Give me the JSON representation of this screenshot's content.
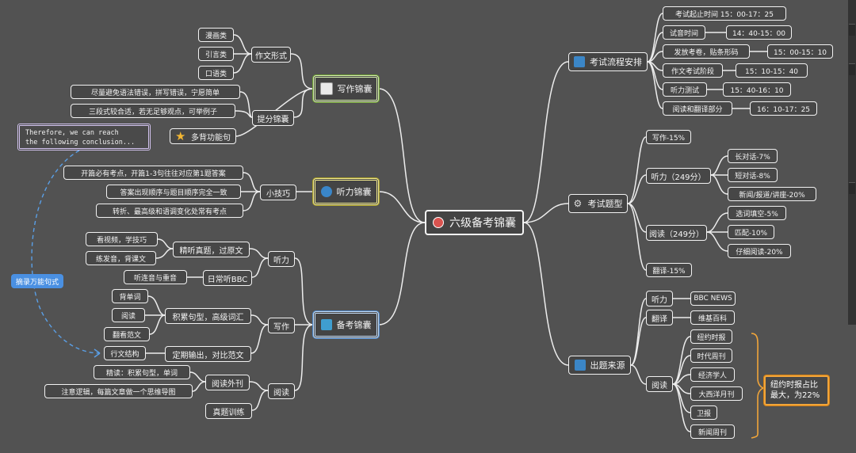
{
  "central": {
    "label": "六级备考锦囊",
    "icon": "red-circle-icon"
  },
  "branches": {
    "writing": {
      "label": "写作锦囊",
      "icon": "document-icon",
      "form": {
        "label": "作文形式",
        "items": [
          "漫画类",
          "引言类",
          "口语类"
        ]
      },
      "tips": {
        "label": "提分锦囊",
        "items": [
          "尽量避免语法错误，拼写错误，宁愿简单",
          "三段式较合适，若无足够观点，可举例子"
        ]
      },
      "phrases": {
        "label": "多背功能句",
        "icon": "star-icon"
      }
    },
    "listening": {
      "label": "听力锦囊",
      "icon": "globe-icon",
      "tricks": {
        "label": "小技巧",
        "items": [
          "开篇必有考点，开篇1-3句往往对应第1题答案",
          "答案出现顺序与题目顺序完全一致",
          "转折、最高级和语调变化处常有考点"
        ]
      }
    },
    "prep": {
      "label": "备考锦囊",
      "icon": "book-icon",
      "listen": {
        "label": "听力",
        "intensive": {
          "label": "精听真题，过原文",
          "items": [
            "看视频，学技巧",
            "练发音，背课文"
          ]
        },
        "daily": {
          "label": "日常听BBC",
          "items": [
            "听连音与重音"
          ]
        }
      },
      "write": {
        "label": "写作",
        "accumulate": {
          "label": "积累句型，高级词汇",
          "items": [
            "背单词",
            "阅读",
            "翻看范文"
          ]
        },
        "output": {
          "label": "定期输出，对比范文",
          "items": [
            "行文结构"
          ]
        }
      },
      "read": {
        "label": "阅读",
        "extra": {
          "label": "阅读外刊",
          "items": [
            "精读：积累句型，单词",
            "注意逻辑，每篇文章做一个思维导图"
          ]
        },
        "real": {
          "label": "真题训练"
        }
      }
    },
    "schedule": {
      "label": "考试流程安排",
      "icon": "schedule-icon",
      "items": [
        {
          "label": "考试起止时间  15：00-17：25",
          "time": ""
        },
        {
          "label": "试音时间",
          "time": "14：40-15：00"
        },
        {
          "label": "发放考卷，贴条形码",
          "time": "15：00-15：10"
        },
        {
          "label": "作文考试阶段",
          "time": "15：10-15：40"
        },
        {
          "label": "听力测试",
          "time": "15：40-16：10"
        },
        {
          "label": "阅读和翻译部分",
          "time": "16：10-17：25"
        }
      ]
    },
    "types": {
      "label": "考试题型",
      "icon": "gear-icon",
      "writing": "写作-15%",
      "listening": {
        "label": "听力（249分）",
        "items": [
          "长对话-7%",
          "短对话-8%",
          "新闻/报道/讲座-20%"
        ]
      },
      "reading": {
        "label": "阅读（249分）",
        "items": [
          "选词填空-5%",
          "匹配-10%",
          "仔细阅读-20%"
        ]
      },
      "translation": "翻译-15%"
    },
    "sources": {
      "label": "出题来源",
      "icon": "source-icon",
      "listening": {
        "label": "听力",
        "value": "BBC NEWS"
      },
      "translation": {
        "label": "翻译",
        "value": "维基百科"
      },
      "reading": {
        "label": "阅读",
        "items": [
          "纽约时报",
          "时代周刊",
          "经济学人",
          "大西洋月刊",
          "卫报",
          "新闻周刊"
        ]
      },
      "callout": "纽约时报占比\n最大，为22%"
    }
  },
  "floating": {
    "quote": "Therefore, we can reach\nthe following conclusion...",
    "tag": "摘录万能句式"
  },
  "colors": {
    "background": "#525252",
    "line": "#f2f2f2",
    "writing": "#8fc24f",
    "listening": "#e8dc4a",
    "prep": "#6ea7e0",
    "callout": "#f1a53a",
    "tag": "#4a90e2",
    "quote": "#b49be0"
  }
}
